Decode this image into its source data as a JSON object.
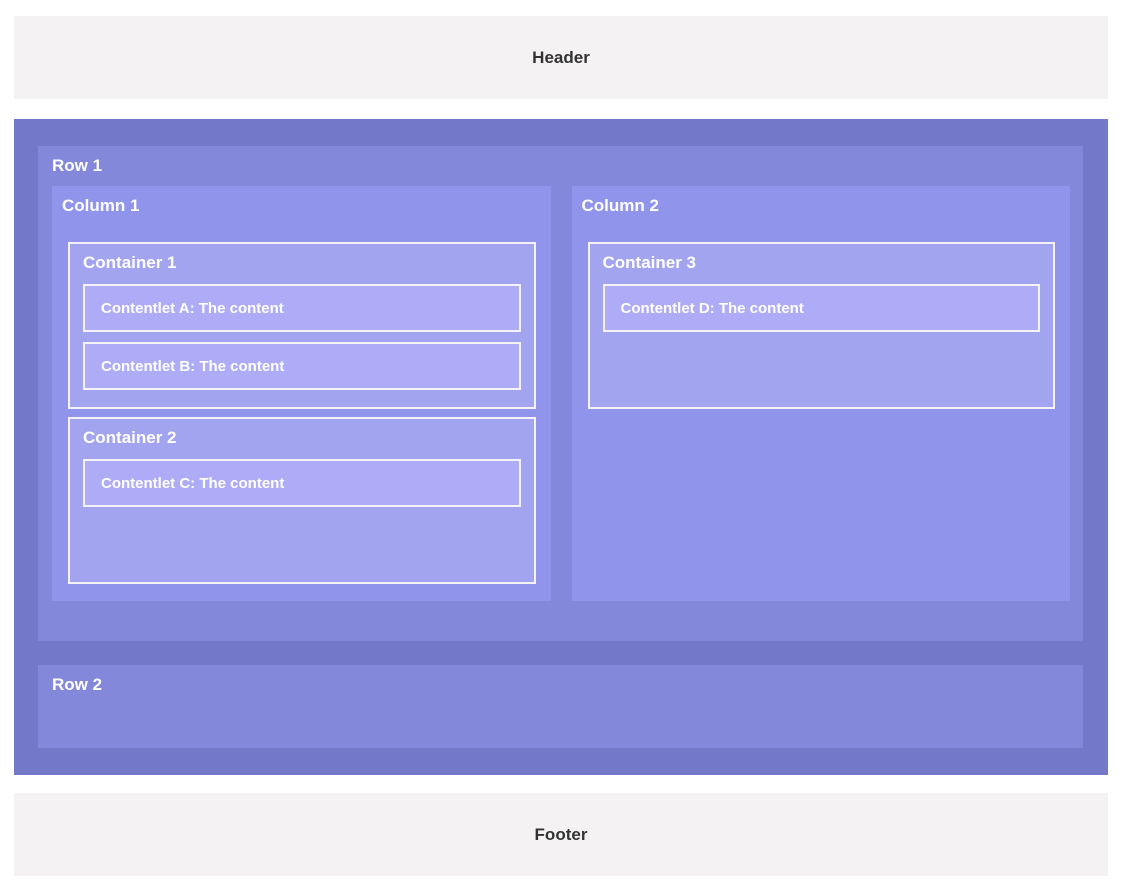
{
  "header": {
    "label": "Header"
  },
  "footer": {
    "label": "Footer"
  },
  "main": {
    "rows": [
      {
        "label": "Row 1",
        "columns": [
          {
            "label": "Column 1",
            "containers": [
              {
                "label": "Container 1",
                "contentlets": [
                  "Contentlet A: The content",
                  "Contentlet B: The content"
                ]
              },
              {
                "label": "Container 2",
                "contentlets": [
                  "Contentlet C: The content"
                ]
              }
            ]
          },
          {
            "label": "Column 2",
            "containers": [
              {
                "label": "Container 3",
                "contentlets": [
                  "Contentlet D: The content"
                ]
              }
            ]
          }
        ]
      },
      {
        "label": "Row 2",
        "columns": []
      }
    ]
  },
  "colors": {
    "page_background": "#ffffff",
    "band_background": "#f4f2f2",
    "band_text": "#333333",
    "body_background": "#7478c8",
    "row_background": "#8388da",
    "column_background": "#9094ea",
    "container_background": "#a3a4f0",
    "contentlet_background": "#aeacf6",
    "box_border": "#f4f2f4",
    "label_text": "#ffffff"
  }
}
